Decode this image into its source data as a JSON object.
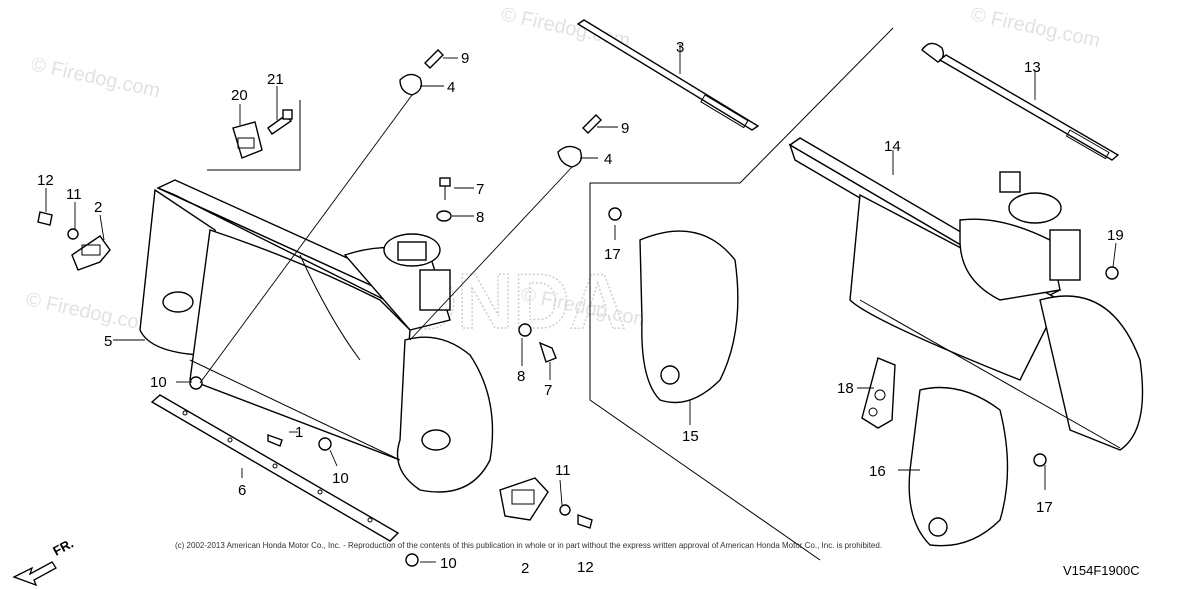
{
  "watermark": {
    "text": "© Firedog.com",
    "center_logo": "HONDA"
  },
  "callouts": [
    {
      "id": "c1",
      "text": "1"
    },
    {
      "id": "c2a",
      "text": "2"
    },
    {
      "id": "c2b",
      "text": "2"
    },
    {
      "id": "c3",
      "text": "3"
    },
    {
      "id": "c4a",
      "text": "4"
    },
    {
      "id": "c4b",
      "text": "4"
    },
    {
      "id": "c5",
      "text": "5"
    },
    {
      "id": "c6",
      "text": "6"
    },
    {
      "id": "c7a",
      "text": "7"
    },
    {
      "id": "c7b",
      "text": "7"
    },
    {
      "id": "c8a",
      "text": "8"
    },
    {
      "id": "c8b",
      "text": "8"
    },
    {
      "id": "c9a",
      "text": "9"
    },
    {
      "id": "c9b",
      "text": "9"
    },
    {
      "id": "c10a",
      "text": "10"
    },
    {
      "id": "c10b",
      "text": "10"
    },
    {
      "id": "c10c",
      "text": "10"
    },
    {
      "id": "c11a",
      "text": "11"
    },
    {
      "id": "c11b",
      "text": "11"
    },
    {
      "id": "c12a",
      "text": "12"
    },
    {
      "id": "c12b",
      "text": "12"
    },
    {
      "id": "c13",
      "text": "13"
    },
    {
      "id": "c14",
      "text": "14"
    },
    {
      "id": "c15",
      "text": "15"
    },
    {
      "id": "c16",
      "text": "16"
    },
    {
      "id": "c17a",
      "text": "17"
    },
    {
      "id": "c17b",
      "text": "17"
    },
    {
      "id": "c18",
      "text": "18"
    },
    {
      "id": "c19",
      "text": "19"
    },
    {
      "id": "c20",
      "text": "20"
    },
    {
      "id": "c21",
      "text": "21"
    }
  ],
  "copyright": "(c) 2002-2013 American Honda Motor Co., Inc. - Reproduction of the contents of this publication in whole or in part without the express written approval of American Honda Motor Co., Inc. is prohibited.",
  "diagram_code": "V154F1900C",
  "direction_marker": "FR."
}
